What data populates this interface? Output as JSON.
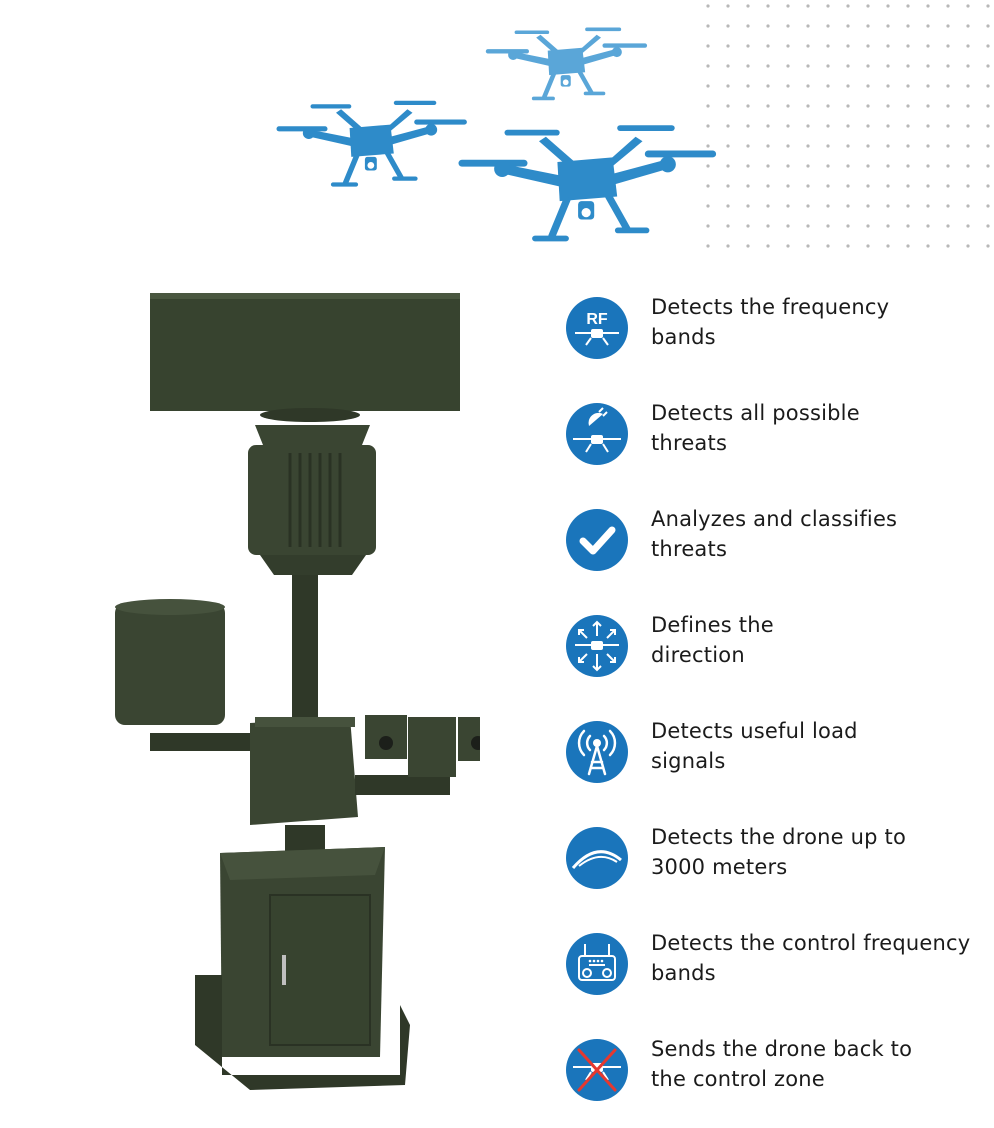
{
  "colors": {
    "accent": "#1a75bb",
    "drone_blue": "#2e8bc9",
    "device_olive": "#3e4a36",
    "text": "#1b1b1b"
  },
  "features": [
    {
      "icon": "rf-drone-icon",
      "badge_text": "RF",
      "label": "Detects the frequency\nbands"
    },
    {
      "icon": "satellite-drone-icon",
      "label": "Detects all possible\nthreats"
    },
    {
      "icon": "checkmark-icon",
      "label": "Analyzes and classifies\nthreats"
    },
    {
      "icon": "direction-arrows-drone-icon",
      "label": "Defines the\ndirection"
    },
    {
      "icon": "signal-tower-icon",
      "label": "Detects useful load\nsignals"
    },
    {
      "icon": "range-arc-icon",
      "label": "Detects the drone up to\n3000 meters"
    },
    {
      "icon": "remote-controller-icon",
      "label": "Detects the control frequency\nbands"
    },
    {
      "icon": "crossed-drone-icon",
      "label": "Sends the drone back to\nthe control zone"
    }
  ]
}
